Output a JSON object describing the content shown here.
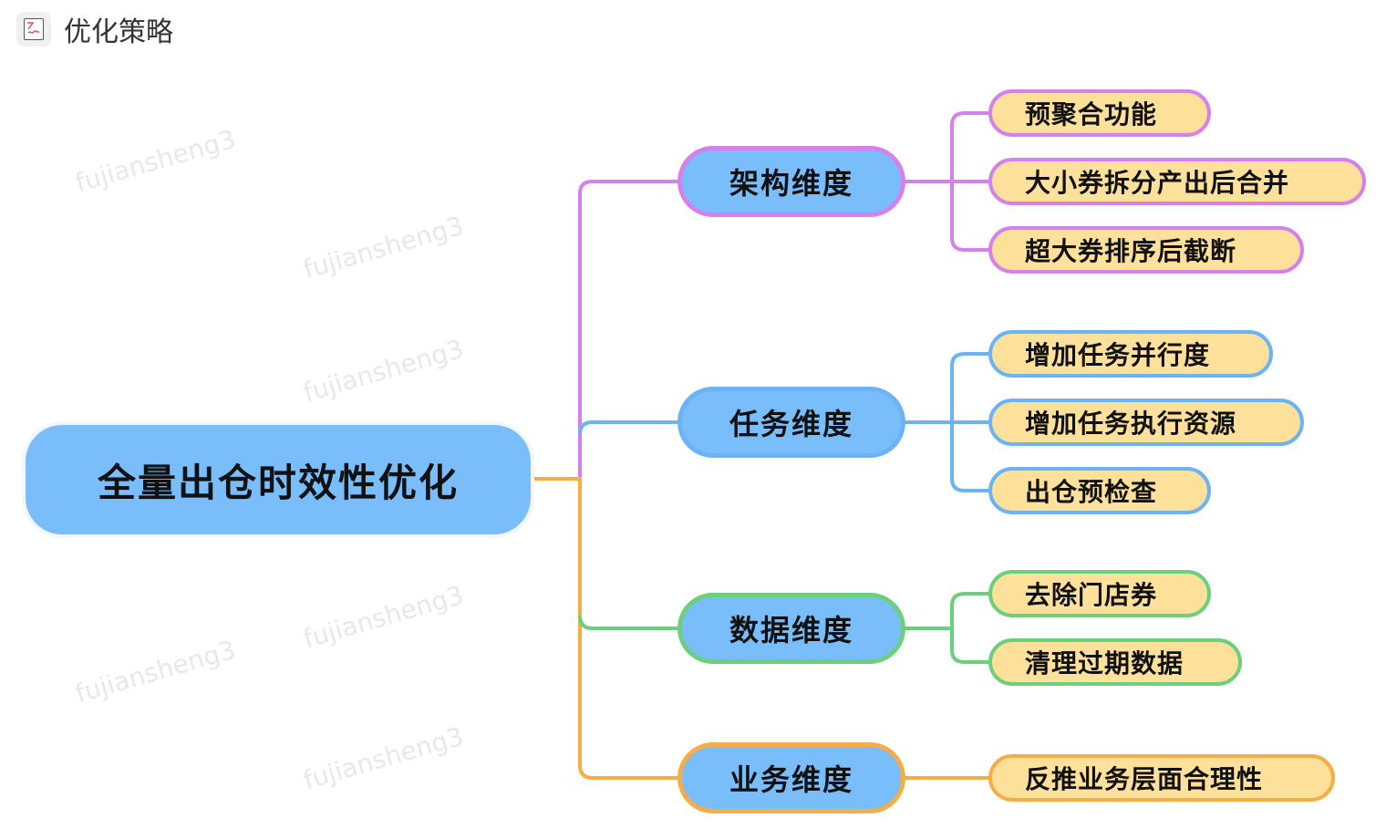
{
  "header": {
    "title": "优化策略",
    "icon": "whiteboard-doc-icon"
  },
  "colors": {
    "purple": "#d580ec",
    "blue": "#6ab4f5",
    "green": "#6ccf7c",
    "orange": "#f5ad45",
    "node_fill": "#79bdfb",
    "leaf_fill": "#fde09a"
  },
  "root": {
    "label": "全量出仓时效性优化"
  },
  "branches": [
    {
      "label": "架构维度",
      "leaves": [
        "预聚合功能",
        "大小券拆分产出后合并",
        "超大券排序后截断"
      ]
    },
    {
      "label": "任务维度",
      "leaves": [
        "增加任务并行度",
        "增加任务执行资源",
        "出仓预检查"
      ]
    },
    {
      "label": "数据维度",
      "leaves": [
        "去除门店券",
        "清理过期数据"
      ]
    },
    {
      "label": "业务维度",
      "leaves": [
        "反推业务层面合理性"
      ]
    }
  ],
  "watermark": "fujiansheng3"
}
